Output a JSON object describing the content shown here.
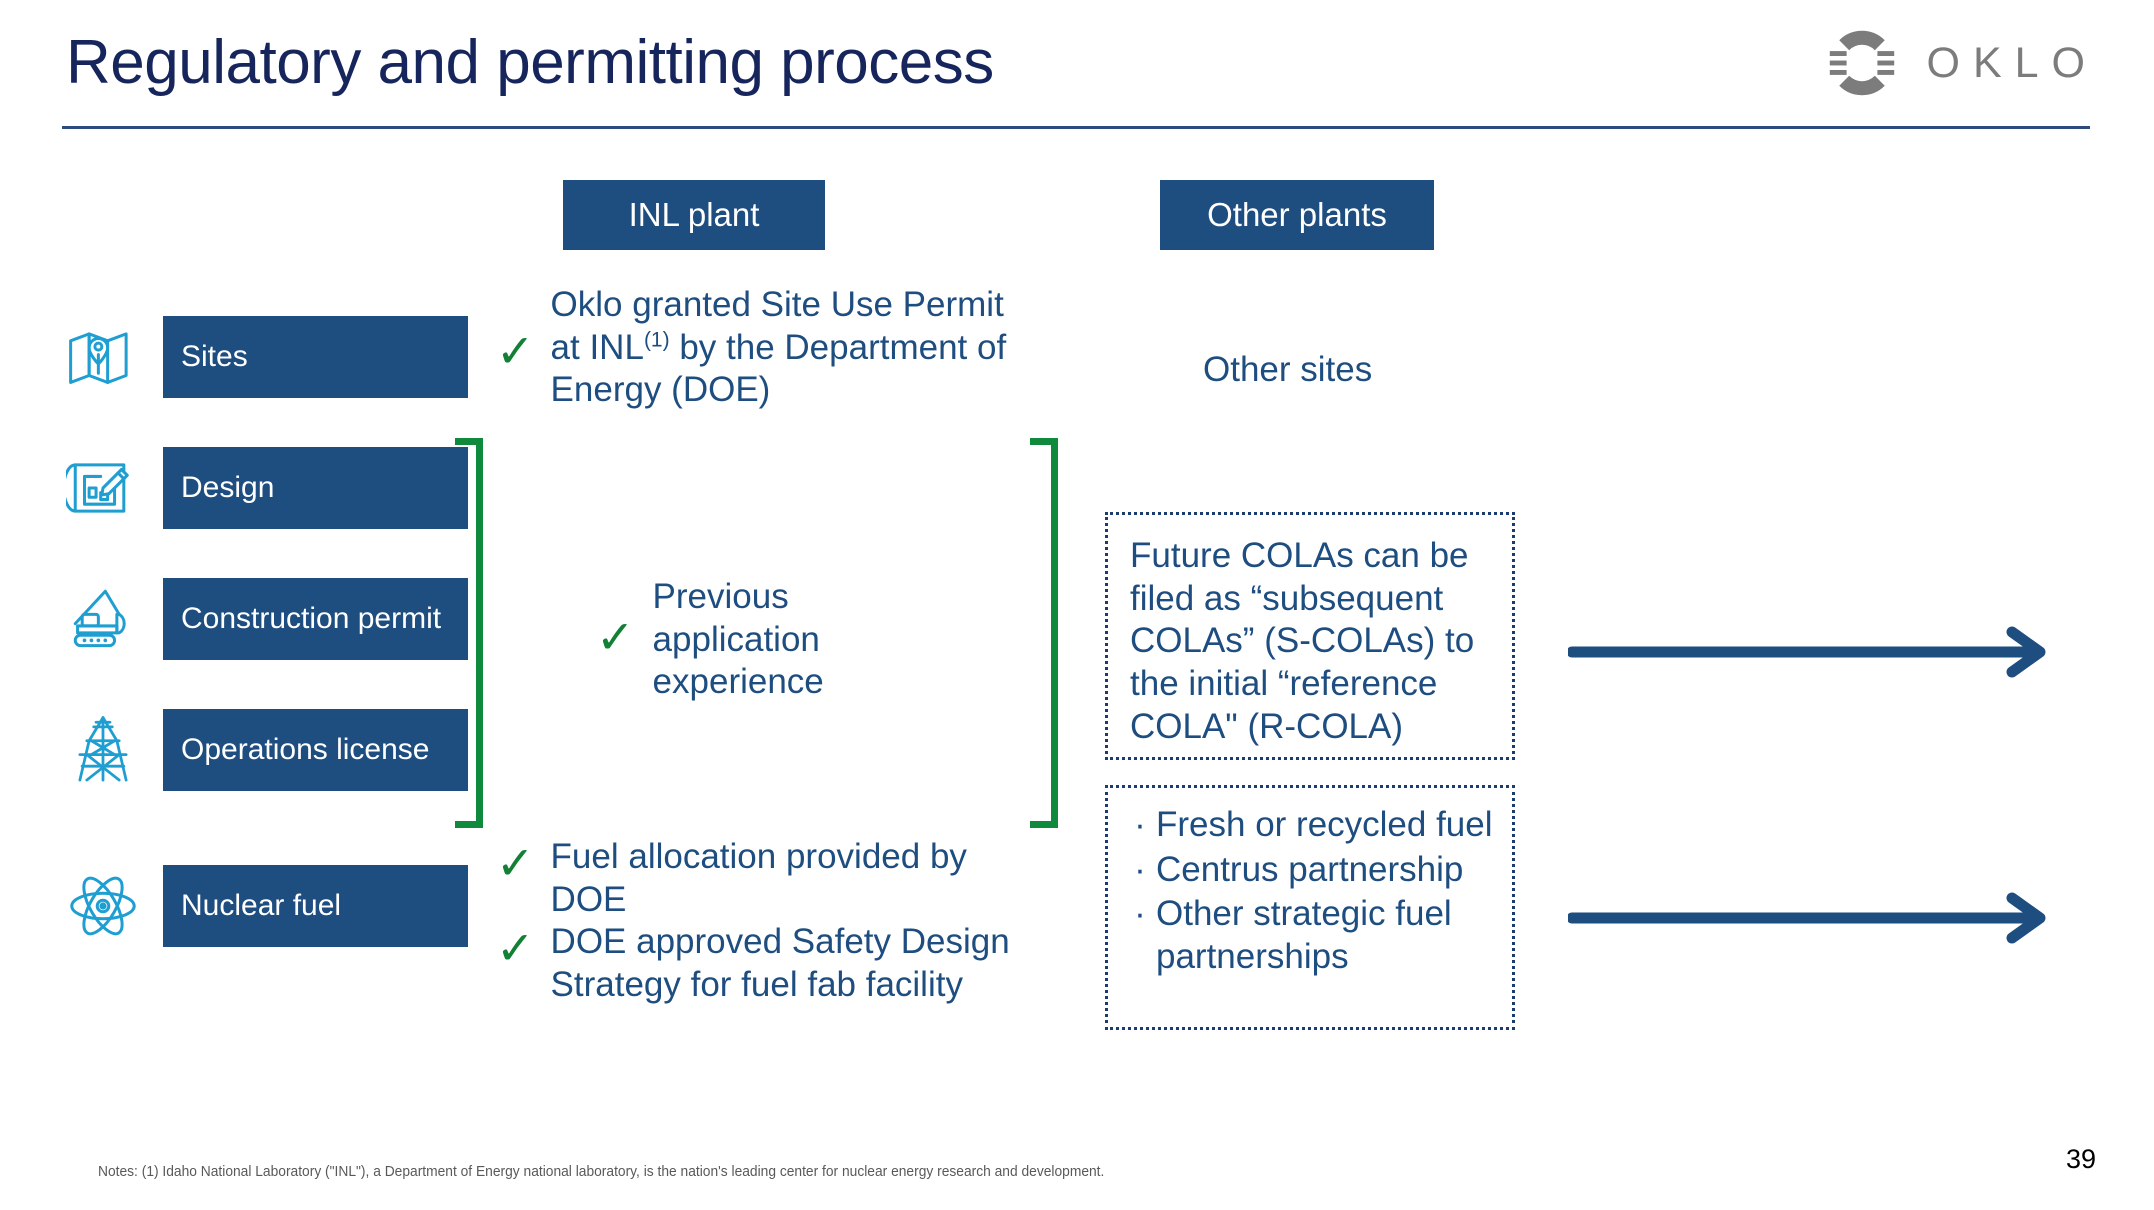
{
  "header": {
    "title": "Regulatory and permitting process",
    "logo": {
      "icon": "oklo-ring-icon",
      "wordmark": "OKLO"
    }
  },
  "columns": {
    "inl": {
      "label": "INL plant"
    },
    "other": {
      "label": "Other plants"
    }
  },
  "stages": [
    {
      "icon": "map-pin-icon",
      "label": "Sites"
    },
    {
      "icon": "blueprint-pencil-icon",
      "label": "Design"
    },
    {
      "icon": "excavator-icon",
      "label": "Construction permit"
    },
    {
      "icon": "power-tower-icon",
      "label": "Operations license"
    },
    {
      "icon": "atom-icon",
      "label": "Nuclear fuel"
    }
  ],
  "inl_column": {
    "site_permit": {
      "check": "✓",
      "text_before": "Oklo granted Site Use Permit at INL",
      "superscript": "(1)",
      "text_after": " by the Department of Energy (DOE)"
    },
    "previous_experience": {
      "check": "✓",
      "text": "Previous application experience"
    },
    "fuel_items": [
      {
        "check": "✓",
        "text": "Fuel allocation provided by DOE"
      },
      {
        "check": "✓",
        "text": "DOE approved Safety Design Strategy for fuel fab facility"
      }
    ]
  },
  "other_column": {
    "other_sites_label": "Other sites",
    "colas_box": {
      "text": "Future COLAs can be filed as “subsequent COLAs” (S-COLAs) to the initial “reference COLA\" (R-COLA)"
    },
    "fuel_options_box": {
      "bullet": "·",
      "items": [
        "Fresh or recycled fuel",
        "Centrus partnership",
        "Other strategic fuel partnerships"
      ]
    }
  },
  "arrows": [
    {
      "name": "arrow-colas-right"
    },
    {
      "name": "arrow-fuel-right"
    }
  ],
  "footer": {
    "notes": "Notes: (1) Idaho National Laboratory (\"INL\"), a Department of Energy national laboratory, is the nation's leading center for nuclear energy research and development.",
    "page_number": "39"
  },
  "colors": {
    "brand_blue": "#1e4d80",
    "title_navy": "#16255c",
    "icon_cyan": "#1f9ed1",
    "check_green": "#128035",
    "bracket_green": "#0f8a3c",
    "logo_gray": "#7c7c7c"
  }
}
